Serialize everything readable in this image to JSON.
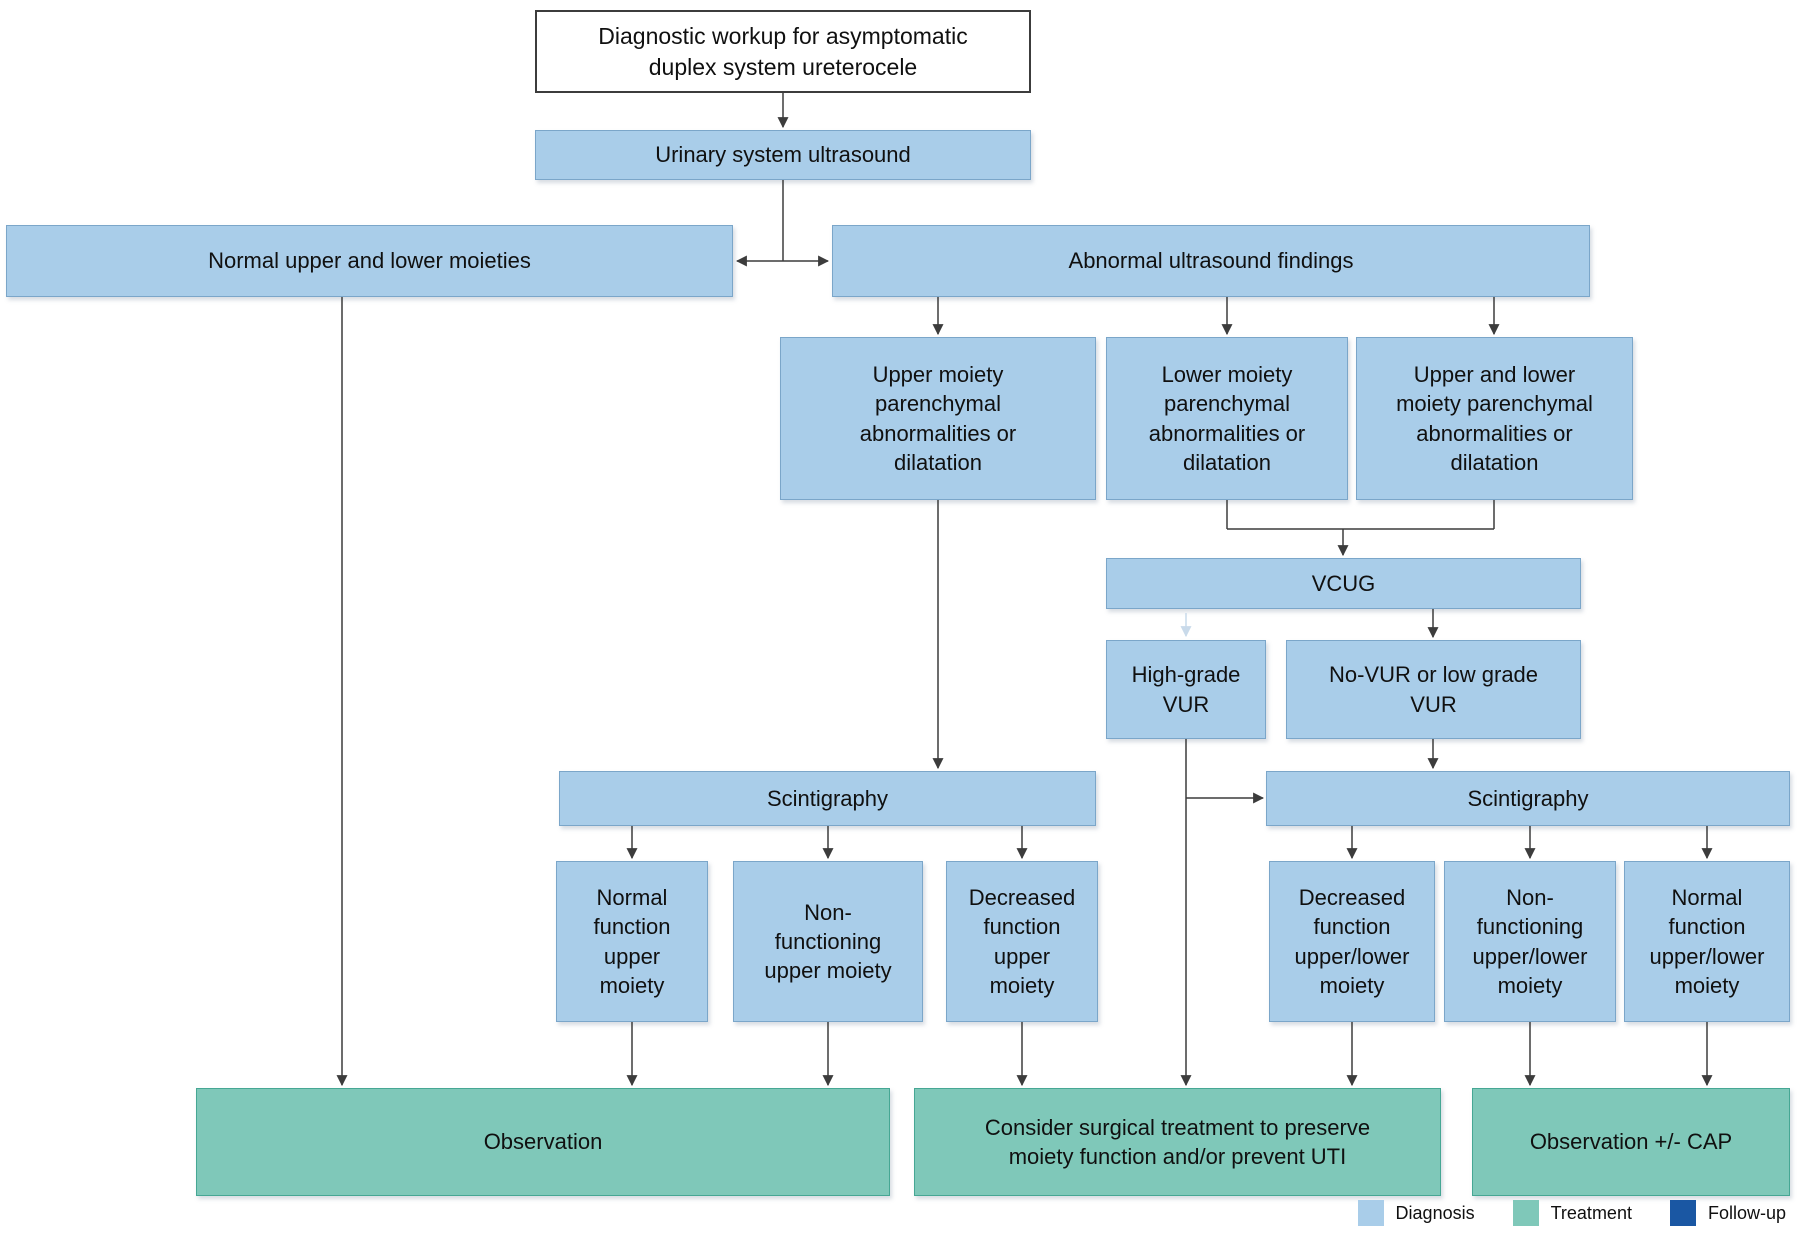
{
  "title_label": "Diagnostic workup for asymptomatic\nduplex system ureterocele",
  "nodes": {
    "ultrasound": "Urinary system ultrasound",
    "normal_moieties": "Normal upper and lower moieties",
    "abnormal_findings": "Abnormal ultrasound findings",
    "upper_moiety": "Upper moiety\nparenchymal\nabnormalities or\ndilatation",
    "lower_moiety": "Lower moiety\nparenchymal\nabnormalities or\ndilatation",
    "upper_lower_moiety": "Upper and lower\nmoiety parenchymal\nabnormalities or\ndilatation",
    "vcug": "VCUG",
    "high_grade_vur": "High-grade\nVUR",
    "no_vur": "No-VUR or low grade\nVUR",
    "scintigraphy_left": "Scintigraphy",
    "normal_function_upper": "Normal\nfunction\nupper\nmoiety",
    "non_functioning_upper": "Non-\nfunctioning\nupper moiety",
    "decreased_function_upper": "Decreased\nfunction\nupper\nmoiety",
    "scintigraphy_right": "Scintigraphy",
    "decreased_function_upper_lower": "Decreased\nfunction\nupper/lower\nmoiety",
    "non_functioning_upper_lower": "Non-\nfunctioning\nupper/lower\nmoiety",
    "normal_function_upper_lower": "Normal\nfunction\nupper/lower\nmoiety",
    "observation": "Observation",
    "surgical": "Consider surgical treatment to preserve\nmoiety function and/or prevent UTI",
    "observation_cap": "Observation +/- CAP"
  },
  "legend": {
    "diagnosis": {
      "label": "Diagnosis",
      "color": "#a9cde9"
    },
    "treatment": {
      "label": "Treatment",
      "color": "#7fc8b9"
    },
    "followup": {
      "label": "Follow-up",
      "color": "#1a57a3"
    }
  },
  "colors": {
    "diagnosis_fill": "#a9cde9",
    "diagnosis_border": "#7ba6c9",
    "treatment_fill": "#7fc8b9",
    "treatment_border": "#46a794",
    "followup_fill": "#1a57a3",
    "arrow": "#3c3c3c"
  }
}
